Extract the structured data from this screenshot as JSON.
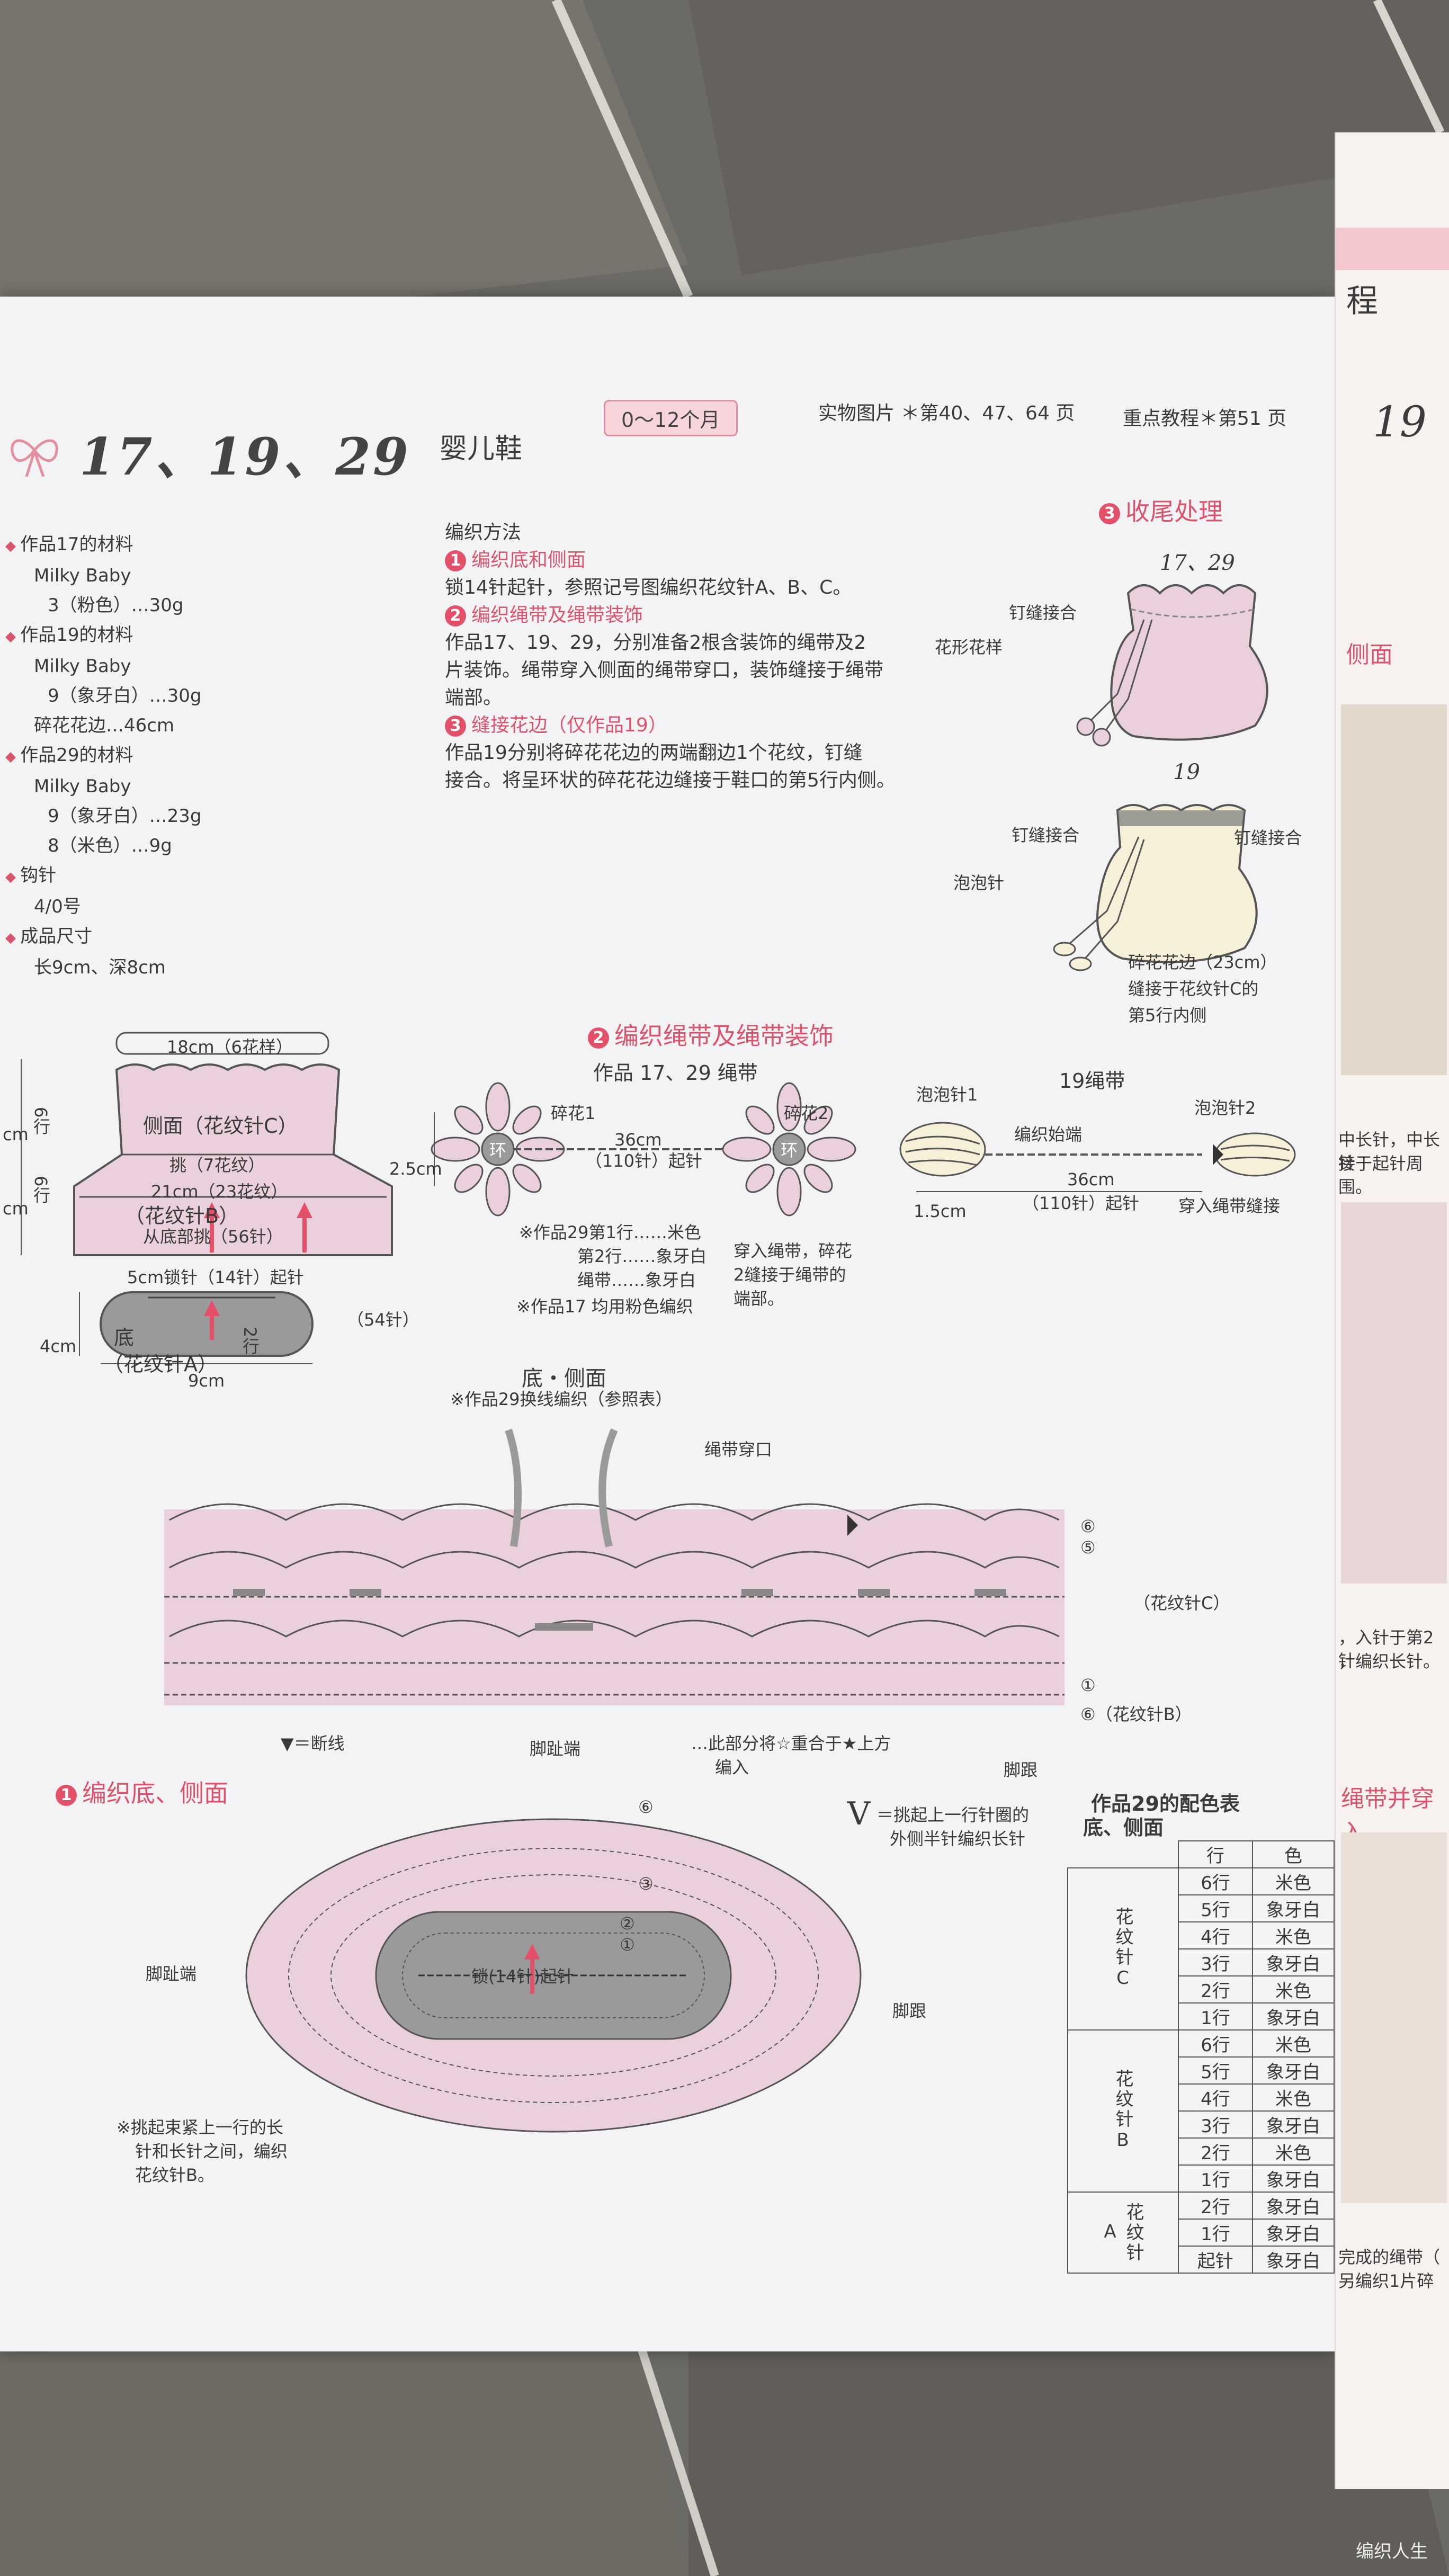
{
  "header": {
    "numbers": "17、19、29",
    "title": "婴儿鞋",
    "age_badge": "0～12个月",
    "photo_ref": "实物图片 ＊第40、47、64 页",
    "tutorial_ref": "重点教程＊第51 页"
  },
  "materials": {
    "m17_title": "作品17的材料",
    "m17_yarn": "Milky Baby",
    "m17_color": "3（粉色）…30g",
    "m19_title": "作品19的材料",
    "m19_yarn": "Milky Baby",
    "m19_color": "9（象牙白）…30g",
    "m19_lace": "碎花花边…46cm",
    "m29_title": "作品29的材料",
    "m29_yarn": "Milky Baby",
    "m29_color1": "9（象牙白）…23g",
    "m29_color2": "8（米色）…9g",
    "hook_title": "钩针",
    "hook_size": "4/0号",
    "size_title": "成品尺寸",
    "size_value": "长9cm、深8cm"
  },
  "method": {
    "title": "编织方法",
    "s1_title": "编织底和侧面",
    "s1_text": "锁14针起针，参照记号图编织花纹针A、B、C。",
    "s2_title": "编织绳带及绳带装饰",
    "s2_text1": "作品17、19、29，分别准备2根含装饰的绳带及2",
    "s2_text2": "片装饰。绳带穿入侧面的绳带穿口，装饰缝接于绳带",
    "s2_text3": "端部。",
    "s3_title": "缝接花边（仅作品19）",
    "s3_text1": "作品19分别将碎花花边的两端翻边1个花纹，钉缝",
    "s3_text2": "接合。将呈环状的碎花花边缝接于鞋口的第5行内侧。"
  },
  "finish": {
    "title": "收尾处理",
    "ref1": "17、29",
    "seam1": "钉缝接合",
    "flower": "花形花样",
    "ref2": "19",
    "seam2": "钉缝接合",
    "seam3": "钉缝接合",
    "puff": "泡泡针",
    "lace1": "碎花花边（23cm）",
    "lace2": "缝接于花纹针C的",
    "lace3": "第5行内侧"
  },
  "schematic": {
    "top_width": "18cm（6花样）",
    "side_label": "侧面（花纹针C）",
    "pick": "挑（7花纹）",
    "mid_width": "21cm（23花纹）",
    "band_label": "（花纹针B）",
    "bottom_pick": "从底部挑（56针）",
    "h_a": "cm",
    "h_a_rows": "6行",
    "h_b": "cm",
    "h_b_rows": "6行",
    "chain": "5cm锁针（14针）起针",
    "sole_label1": "底",
    "sole_label2": "（花纹针A）",
    "sole_rows": "2行",
    "sole_sts": "（54针）",
    "sole_h": "4cm",
    "sole_w": "9cm"
  },
  "cord": {
    "title": "编织绳带及绳带装饰",
    "sub1": "作品 17、29 绳带",
    "f1": "碎花1",
    "f2": "碎花2",
    "len": "36cm",
    "chain": "（110针）起针",
    "h": "2.5cm",
    "loop": "环",
    "note1a": "※作品29第1行……米色",
    "note1b": "第2行……象牙白",
    "note1c": "绳带……象牙白",
    "note2": "※作品17 均用粉色编织",
    "pass1": "穿入绳带，碎花",
    "pass2": "2缝接于绳带的",
    "pass3": "端部。",
    "sub2": "19绳带",
    "puff1": "泡泡针1",
    "puff2": "泡泡针2",
    "start": "编织始端",
    "len2": "36cm",
    "chain2": "（110针）起针",
    "left": "1.5cm",
    "pass": "穿入绳带缝接"
  },
  "chart1": {
    "title": "底・侧面",
    "note": "※作品29换线编织（参照表）",
    "cord_hole": "绳带穿口",
    "r6": "⑥",
    "r5": "⑤",
    "r1": "①",
    "c_label": "（花纹针C）",
    "b_label": "⑥（花纹针B）",
    "cut": "＝断线",
    "toe": "脚趾端",
    "overlap1": "…此部分将☆重合于★上方",
    "overlap2": "编入",
    "heel": "脚跟"
  },
  "chart2": {
    "title": "编织底、侧面",
    "toe": "脚趾端",
    "heel": "脚跟",
    "chain_lbl": "锁(14针)起针",
    "r6": "⑥",
    "r3": "③",
    "r2": "②",
    "r1": "①",
    "note1": "※挑起束紧上一行的长",
    "note2": "针和长针之间，编织",
    "note3": "花纹针B。",
    "legend1": "＝挑起上一行针圈的",
    "legend2": "外侧半针编织长针"
  },
  "color_table": {
    "title": "作品29的配色表",
    "subtitle": "底、侧面",
    "h_row": "行",
    "h_color": "色",
    "groups": [
      {
        "name": "花纹针C",
        "rows": [
          [
            "6行",
            "米色"
          ],
          [
            "5行",
            "象牙白"
          ],
          [
            "4行",
            "米色"
          ],
          [
            "3行",
            "象牙白"
          ],
          [
            "2行",
            "米色"
          ],
          [
            "1行",
            "象牙白"
          ]
        ]
      },
      {
        "name": "花纹针B",
        "rows": [
          [
            "6行",
            "米色"
          ],
          [
            "5行",
            "象牙白"
          ],
          [
            "4行",
            "米色"
          ],
          [
            "3行",
            "象牙白"
          ],
          [
            "2行",
            "米色"
          ],
          [
            "1行",
            "象牙白"
          ]
        ]
      },
      {
        "name": "花纹针A",
        "rows": [
          [
            "2行",
            "象牙白"
          ],
          [
            "1行",
            "象牙白"
          ],
          [
            "起针",
            "象牙白"
          ]
        ]
      }
    ]
  },
  "next_page": {
    "t1": "程",
    "t2": "19",
    "t3": "侧面",
    "t4": "中长针，中长针",
    "t5": "接于起针周围。",
    "t6": "，入针于第2针",
    "t7": "，编织长针。",
    "t8": "绳带并穿入",
    "t9": "完成的绳带（",
    "t10": "另编织1片碎",
    "watermark": "编织人生"
  },
  "colors": {
    "accent": "#d9556d",
    "pink_fill": "#ead0dc",
    "gray_fill": "#9a9a9a"
  }
}
